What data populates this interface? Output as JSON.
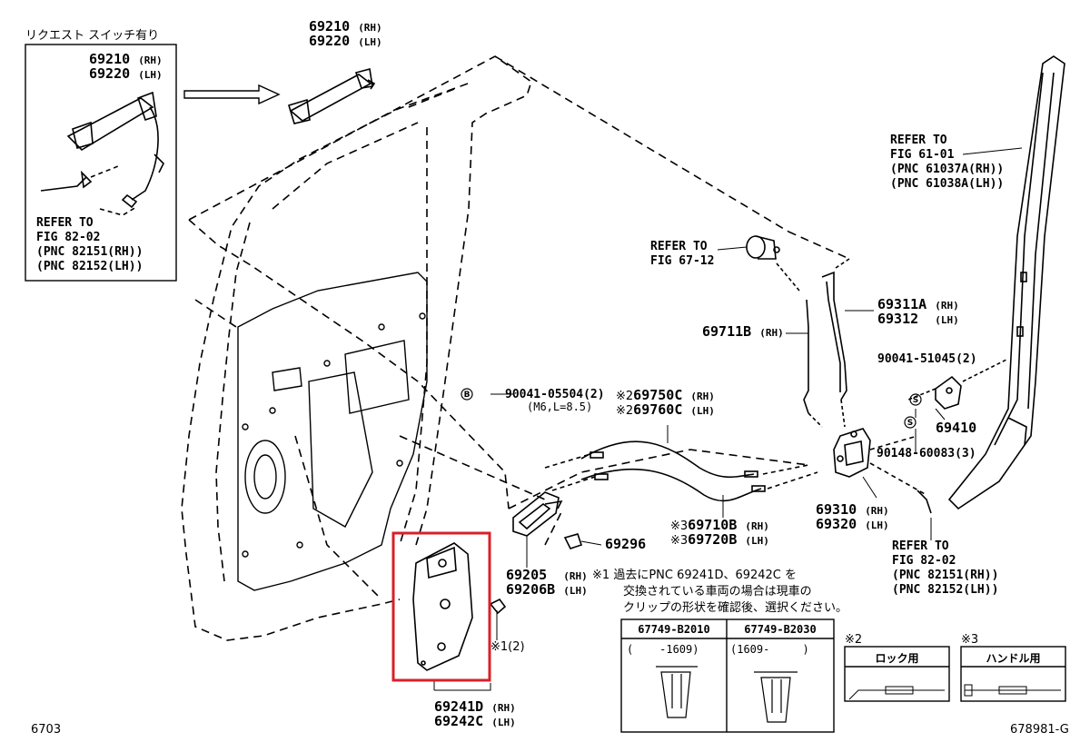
{
  "inset": {
    "title": "リクエスト スイッチ有り",
    "part_rh": "69210",
    "part_lh": "69220",
    "suffix_rh": "(RH)",
    "suffix_lh": "(LH)",
    "refer_line1": "REFER TO",
    "refer_line2": "FIG 82-02",
    "refer_line3": "(PNC 82151(RH))",
    "refer_line4": "(PNC 82152(LH))"
  },
  "handle_top": {
    "part_rh": "69210",
    "part_lh": "69220",
    "suffix_rh": "(RH)",
    "suffix_lh": "(LH)"
  },
  "pillar_ref": {
    "line1": "REFER TO",
    "line2": "FIG 61-01",
    "line3": "(PNC 61037A(RH))",
    "line4": "(PNC 61038A(LH))"
  },
  "ref_67": {
    "line1": "REFER TO",
    "line2": "FIG 67-12"
  },
  "rod_69311": {
    "part_rh": "69311A",
    "part_lh": "69312",
    "suffix_rh": "(RH)",
    "suffix_lh": "(LH)"
  },
  "rod_69711": {
    "part": "69711B",
    "suffix": "(RH)"
  },
  "screw_90041_51045": {
    "label": "90041-51045(2)"
  },
  "bolt_b": {
    "marker": "B",
    "label": "90041-05504(2)",
    "spec": "(M6,L=8.5)"
  },
  "cable_69750": {
    "note": "※2",
    "part_rh": "69750C",
    "part_lh": "69760C",
    "suffix_rh": "(RH)",
    "suffix_lh": "(LH)"
  },
  "part_69410": {
    "label": "69410"
  },
  "screw_90148": {
    "marker": "S",
    "label": "90148-60083(3)"
  },
  "lock_69310": {
    "part_rh": "69310",
    "part_lh": "69320",
    "suffix_rh": "(RH)",
    "suffix_lh": "(LH)"
  },
  "cable_69710": {
    "note": "※3",
    "part_rh": "69710B",
    "part_lh": "69720B",
    "suffix_rh": "(RH)",
    "suffix_lh": "(LH)"
  },
  "part_69296": {
    "label": "69296"
  },
  "handle_69205": {
    "part_rh": "69205",
    "part_lh": "69206B",
    "suffix_rh": "(RH)",
    "suffix_lh": "(LH)"
  },
  "ref_82_bottom": {
    "line1": "REFER TO",
    "line2": "FIG 82-02",
    "line3": "(PNC 82151(RH))",
    "line4": "(PNC 82152(LH))"
  },
  "note1": {
    "mark": "※1",
    "line1": "過去にPNC 69241D、69242C を",
    "line2": "交換されている車両の場合は現車の",
    "line3": "クリップの形状を確認後、選択ください。"
  },
  "clip_table": {
    "col1_header": "67749-B2010",
    "col1_range": "(    -1609)",
    "col2_header": "67749-B2030",
    "col2_range": "(1609-     )"
  },
  "note2": {
    "mark": "※2",
    "title": "ロック用"
  },
  "note3": {
    "mark": "※3",
    "title": "ハンドル用"
  },
  "clip_ref": {
    "label": "※1(2)"
  },
  "bracket_69241": {
    "part_rh": "69241D",
    "part_lh": "69242C",
    "suffix_rh": "(RH)",
    "suffix_lh": "(LH)"
  },
  "footer": {
    "left": "6703",
    "right": "678981-G"
  },
  "colors": {
    "highlight": "#d8202a",
    "ink": "#000000"
  }
}
